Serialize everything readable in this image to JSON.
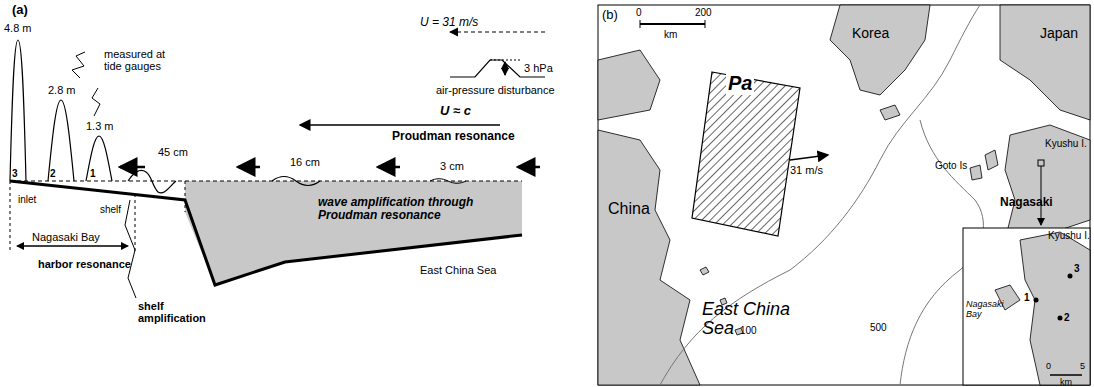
{
  "diagram": {
    "nodes": [
      {
        "text": [
          "Pa"
        ]
      }
    ],
    "edges": [],
    "labels": [
      "(a)",
      "4.8 m",
      "2.8 m",
      "1.3 m",
      "measured at tide gauges",
      "U = 31 m/s",
      "3 hPa",
      "air-pressure disturbance",
      "U ≈ c",
      "Proudman resonance",
      "45 cm",
      "16 cm",
      "3 cm",
      "3",
      "2",
      "1",
      "inlet",
      "shelf",
      "wave amplification through Proudman resonance",
      "Nagasaki Bay",
      "harbor resonance",
      "shelf amplification",
      "East China Sea",
      "(b)",
      "0",
      "200",
      "km",
      "Korea",
      "Japan",
      "China",
      "31 m/s",
      "Goto Is",
      "Kyushu I.",
      "Nagasaki",
      "East China Sea",
      "100",
      "500",
      "Kyushu I.",
      "3",
      "Nagasaki Bay",
      "1",
      "2",
      "0",
      "5",
      "km"
    ]
  }
}
